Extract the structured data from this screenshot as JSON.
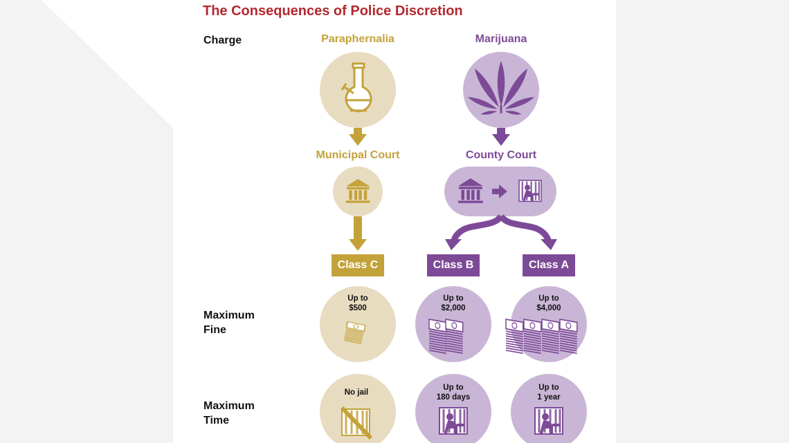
{
  "title": "The Consequences of Police Discretion",
  "row_labels": {
    "charge": "Charge",
    "fine_line1": "Maximum",
    "fine_line2": "Fine",
    "time_line1": "Maximum",
    "time_line2": "Time"
  },
  "charges": {
    "left": "Paraphernalia",
    "right": "Marijuana"
  },
  "courts": {
    "left": "Municipal Court",
    "right": "County Court"
  },
  "classes": {
    "c": "Class C",
    "b": "Class B",
    "a": "Class A"
  },
  "fines": {
    "c": {
      "line1": "Up to",
      "line2": "$500"
    },
    "b": {
      "line1": "Up to",
      "line2": "$2,000"
    },
    "a": {
      "line1": "Up to",
      "line2": "$4,000"
    }
  },
  "times": {
    "c": {
      "line1": "No jail"
    },
    "b": {
      "line1": "Up to",
      "line2": "180 days"
    },
    "a": {
      "line1": "Up to",
      "line2": "1 year"
    }
  },
  "colors": {
    "gold": "#c3a23a",
    "gold_light": "#e8dcc0",
    "purple": "#7d4a97",
    "purple_light": "#c9b6d6",
    "title_red": "#b3282d"
  },
  "icons": [
    "bong-icon",
    "cannabis-leaf-icon",
    "courthouse-icon",
    "arrow-right-icon",
    "jail-cell-icon",
    "money-stack-icon"
  ]
}
